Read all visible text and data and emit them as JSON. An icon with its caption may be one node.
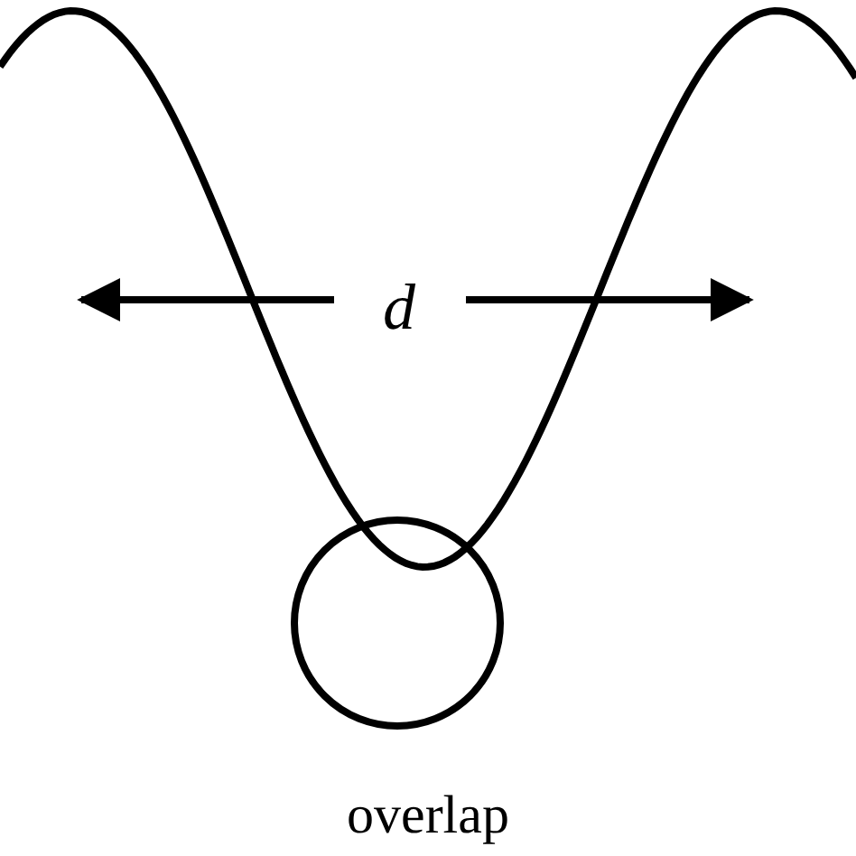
{
  "diagram": {
    "nodes": [
      {
        "text": [],
        "shape": "circle"
      }
    ],
    "labels": [
      "d",
      "overlap"
    ]
  }
}
